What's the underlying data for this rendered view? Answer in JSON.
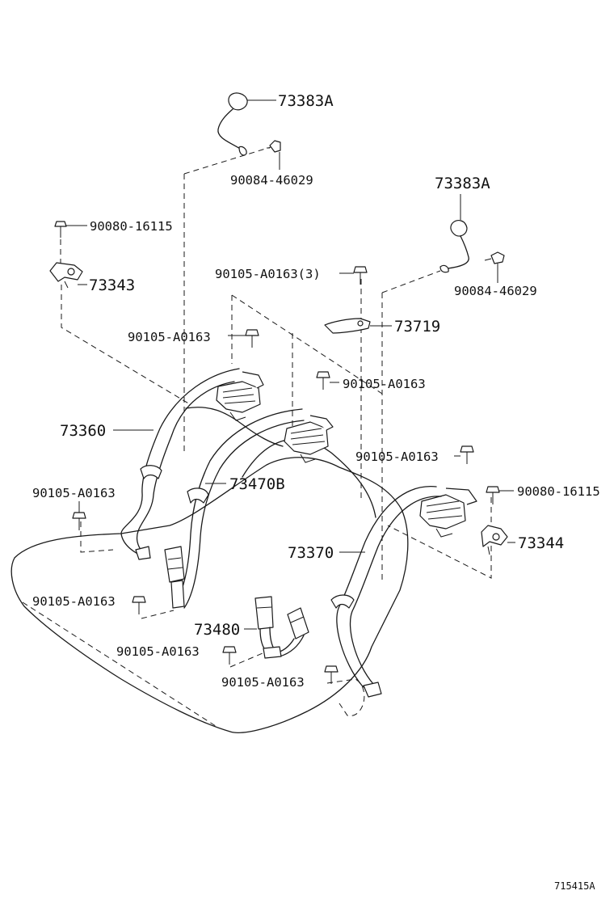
{
  "diagram": {
    "labels": {
      "p73383a_top": "73383A",
      "p90084_top": "90084-46029",
      "p90080_left": "90080-16115",
      "p73343": "73343",
      "p73383a_right": "73383A",
      "p90105_a0163_3": "90105-A0163(3)",
      "p90084_right": "90084-46029",
      "p73719": "73719",
      "p90105_upper_left": "90105-A0163",
      "p90105_upper_mid": "90105-A0163",
      "p73360": "73360",
      "p73470b": "73470B",
      "p90105_mid_right": "90105-A0163",
      "p90080_right": "90080-16115",
      "p90105_left": "90105-A0163",
      "p73344": "73344",
      "p73370": "73370",
      "p90105_lower_left": "90105-A0163",
      "p73480": "73480",
      "p90105_lower_mid": "90105-A0163",
      "p90105_bottom": "90105-A0163",
      "ref_code": "715415A"
    }
  }
}
